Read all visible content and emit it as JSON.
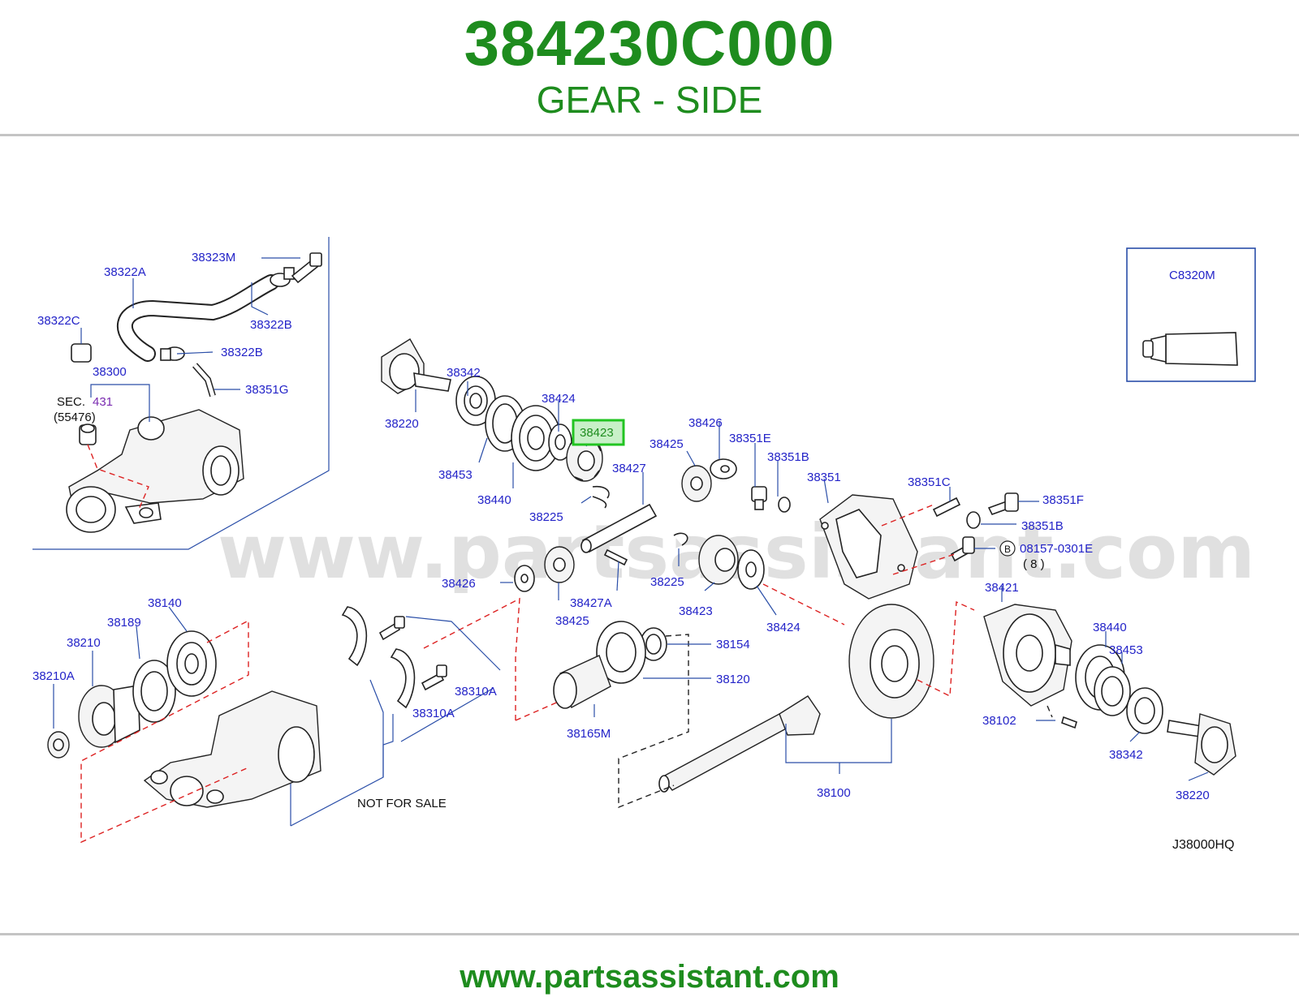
{
  "header": {
    "part_number": "384230C000",
    "part_name": "GEAR - SIDE"
  },
  "footer": {
    "url": "www.partsassistant.com"
  },
  "watermark": "www.partsassistant.com",
  "diagram": {
    "highlighted_part": "38423",
    "inset_part": "C8320M",
    "sec_reference": {
      "prefix": "SEC.",
      "number": "431",
      "sub": "(55476)"
    },
    "not_for_sale": "NOT   FOR   SALE",
    "diagram_code": "J38000HQ",
    "bolt_marker": "B",
    "bolt_part": "08157-0301E",
    "bolt_qty": "( 8 )",
    "labels": [
      "38323M",
      "38322A",
      "38322C",
      "38322B",
      "38322B",
      "38351G",
      "38300",
      "38342",
      "38220",
      "38424",
      "38453",
      "38440",
      "38225",
      "38427",
      "38426",
      "38425",
      "38351E",
      "38351B",
      "38351",
      "38351C",
      "38351F",
      "38351B",
      "38421",
      "38426",
      "38425",
      "38427A",
      "38225",
      "38423",
      "38424",
      "38140",
      "38189",
      "38210",
      "38210A",
      "38310A",
      "38310A",
      "38154",
      "38120",
      "38165M",
      "38100",
      "38440",
      "38453",
      "38102",
      "38342",
      "38220"
    ]
  },
  "colors": {
    "title_green": "#1e8c1e",
    "label_blue": "#2323c8",
    "highlight_green": "#22c422",
    "highlight_fill": "#c8f0c8"
  }
}
